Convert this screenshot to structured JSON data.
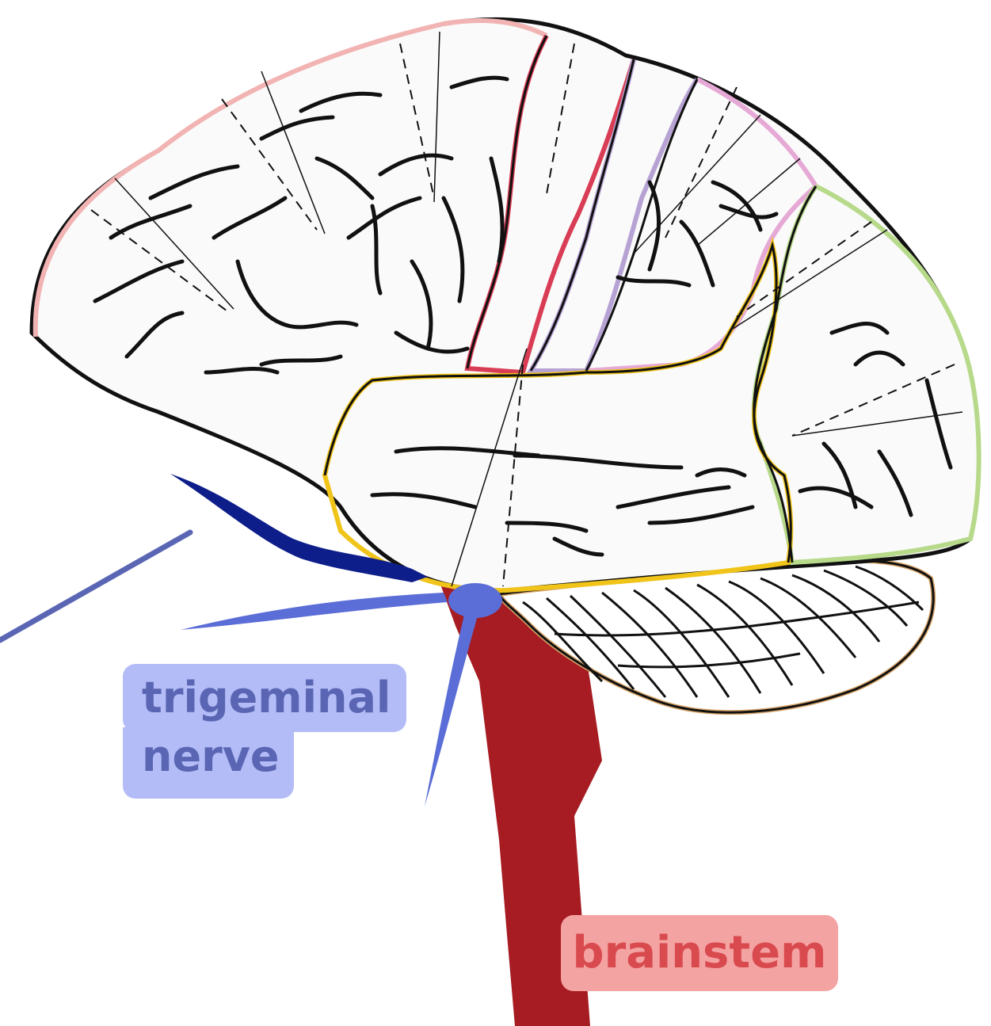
{
  "labels": {
    "trigeminal_line1": "trigeminal",
    "trigeminal_line2": "nerve",
    "brainstem": "brainstem"
  },
  "colors": {
    "nerve_light": "#5b6dd6",
    "nerve_dark": "#0d1e8a",
    "brainstem": "#a61c22",
    "label_nerve_bg": "#b3bcf7",
    "label_nerve_text": "#5a66b4",
    "label_brainstem_bg": "#f4a3a3",
    "label_brainstem_text": "#d94a4f",
    "frontal_outline": "#f2b3b3",
    "motor_outline": "#d93d55",
    "sensory_outline": "#b7a2d4",
    "parietal_outline": "#e6a9d6",
    "occipital_outline": "#b7d98a",
    "temporal_outline": "#f0c419",
    "cerebellum_outline": "#d7a66b"
  }
}
